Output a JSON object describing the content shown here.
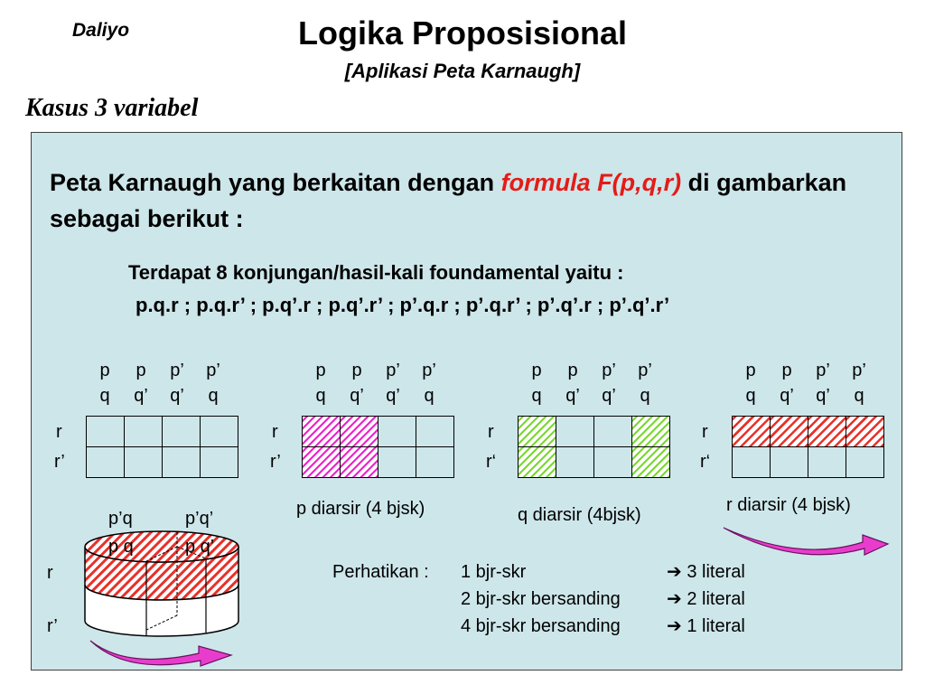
{
  "header": {
    "author": "Daliyo",
    "title": "Logika Proposisional",
    "subtitle": "[Aplikasi Peta Karnaugh]",
    "case": "Kasus 3 variabel"
  },
  "intro": {
    "part1": "Peta Karnaugh yang berkaitan dengan ",
    "highlight": "formula F(p,q,r)",
    "part2": " di gambarkan sebagai berikut :"
  },
  "fundamental": {
    "title": "Terdapat 8 konjungan/hasil-kali foundamental yaitu :",
    "list": "p.q.r ; p.q.r’ ; p.q’.r ; p.q’.r’ ; p’.q.r ; p’.q.r’ ; p’.q’.r ; p’.q’.r’"
  },
  "map_headers": {
    "top": [
      "p",
      "p",
      "p’",
      "p’"
    ],
    "bottom": [
      "q",
      "q’",
      "q’",
      "q"
    ]
  },
  "maps": [
    {
      "row_labels": [
        "r",
        "r’"
      ],
      "caption": ""
    },
    {
      "row_labels": [
        "r",
        "r’"
      ],
      "caption": "p diarsir (4 bjsk)"
    },
    {
      "row_labels": [
        "r",
        "r‘"
      ],
      "caption": "q diarsir (4bjsk)"
    },
    {
      "row_labels": [
        "r",
        "r‘"
      ],
      "caption": "r diarsir (4 bjsk)"
    }
  ],
  "cylinder": {
    "top_labels": [
      "p’q",
      "p’q’"
    ],
    "mid_labels": [
      "p q",
      "p q’"
    ],
    "row_labels": [
      "r",
      "r’"
    ]
  },
  "notes": {
    "prefix": "Perhatikan : ",
    "lines": [
      {
        "left": "1 bjr-skr",
        "right": "3 literal"
      },
      {
        "left": "2 bjr-skr bersanding",
        "right": "2 literal"
      },
      {
        "left": "4 bjr-skr bersanding",
        "right": "1 literal"
      }
    ]
  },
  "colors": {
    "panel": "#cde6ea",
    "accent_red": "#e41b17",
    "hatch_pink": "#ee22cc",
    "hatch_green": "#7ad830",
    "hatch_red": "#e8302a",
    "arrow_magenta": "#e83dcc"
  }
}
